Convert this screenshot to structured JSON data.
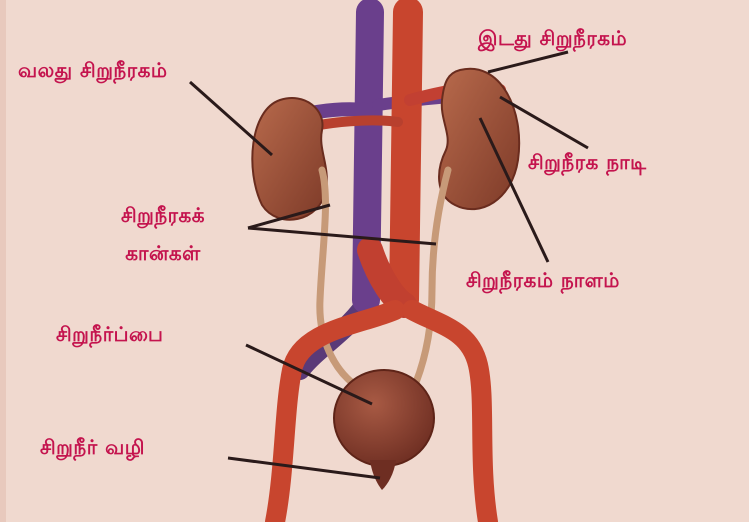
{
  "colors": {
    "label_text": "#c4144e",
    "leader_line": "#2a1a1a",
    "background": "#f0d9cf",
    "artery": "#c8452e",
    "vein": "#6a3f8c",
    "kidney": "#9a4a34",
    "bladder": "#8a4032",
    "ureter": "#c79a78"
  },
  "labels": {
    "right_kidney": "வலது சிறுநீரகம்",
    "left_kidney": "இடது சிறுநீரகம்",
    "renal_artery": "சிறுநீரக நாடி",
    "ureters_line1": "சிறுநீரகக்",
    "ureters_line2": "கான்கள்",
    "renal_vein": "சிறுநீரகம் நாளம்",
    "bladder": "சிறுநீர்ப்பை",
    "urethra": "சிறுநீர் வழி"
  }
}
